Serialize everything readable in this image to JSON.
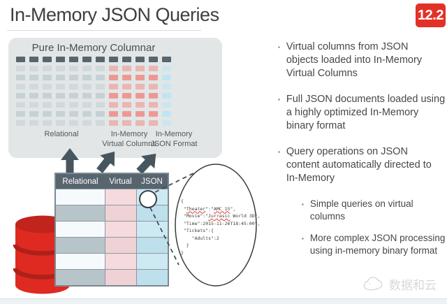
{
  "slide": {
    "title": "In-Memory JSON Queries",
    "version_badge": "12.2"
  },
  "colors": {
    "badge_red": "#e23127",
    "header_slate": "#57656e",
    "arrow_slate": "#46555e",
    "panel_gray": "#e2e6e7",
    "cell_gray": "#c6d1d5",
    "cell_red": "#ef9892",
    "cell_blue": "#bfe5f4",
    "cylinder_red": "#de2a20",
    "squiggle_red": "#e03a2f"
  },
  "columnar_panel": {
    "title": "Pure In-Memory Columnar",
    "grid": {
      "data_rows": 7,
      "groups": [
        {
          "type": "relational",
          "columns": 7,
          "label": "Relational"
        },
        {
          "type": "virtual",
          "columns": 4,
          "label": "In-Memory\nVirtual Columns"
        },
        {
          "type": "json",
          "columns": 1,
          "label": "In-Memory\nJSON Format"
        }
      ]
    }
  },
  "table": {
    "headers": [
      "Relational",
      "Virtual",
      "JSON"
    ],
    "row_count": 6
  },
  "callout": {
    "code_lines": [
      [
        {
          "t": "{"
        }
      ],
      [
        {
          "t": " \""
        },
        {
          "t": "Theater",
          "sq": true
        },
        {
          "t": "\":\""
        },
        {
          "t": "AMC 15",
          "sq": true
        },
        {
          "t": "\","
        }
      ],
      [
        {
          "t": " \"Movie\":\""
        },
        {
          "t": "Jurrasic",
          "sq": true
        },
        {
          "t": " World 3D\","
        }
      ],
      [
        {
          "t": " \"Time\":2015-11-26T18:45:00\","
        }
      ],
      [
        {
          "t": " \"Tickets\":{"
        }
      ],
      [
        {
          "t": "    \"Adults\":2"
        }
      ],
      [
        {
          "t": "  }"
        }
      ],
      [
        {
          "t": "}"
        }
      ]
    ]
  },
  "bullets": {
    "items": [
      {
        "level": 1,
        "text": "Virtual columns from JSON\nobjects loaded into In-Memory\nVirtual Columns"
      },
      {
        "level": 1,
        "text": "Full JSON documents loaded using\na highly optimized In-Memory\nbinary format"
      },
      {
        "level": 1,
        "text": "Query operations on JSON\ncontent automatically directed to\nIn-Memory"
      },
      {
        "level": 2,
        "text": "Simple queries on virtual\ncolumns"
      },
      {
        "level": 2,
        "text": "More complex JSON processing\nusing in-memory binary format"
      }
    ]
  },
  "watermark": {
    "text": "数据和云"
  }
}
